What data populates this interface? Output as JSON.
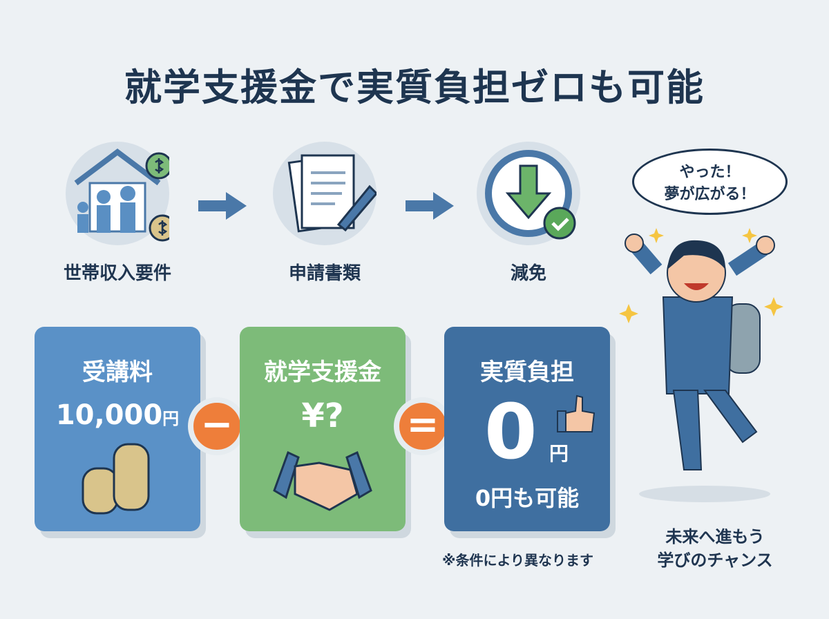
{
  "title": "就学支援金で実質負担ゼロも可能",
  "steps": [
    {
      "label": "世帯収入要件",
      "icon": "family-house-money-icon"
    },
    {
      "label": "申請書類",
      "icon": "documents-pen-icon"
    },
    {
      "label": "減免",
      "icon": "down-arrow-check-icon"
    }
  ],
  "cards": {
    "fee": {
      "head": "受講料",
      "value": "10,000",
      "unit": "円"
    },
    "support": {
      "head": "就学支援金",
      "value": "¥?"
    },
    "result": {
      "head": "実質負担",
      "value": "0",
      "unit": "円",
      "sub": "0円も可能"
    }
  },
  "operators": {
    "minus": "−",
    "equals": "="
  },
  "note": "※条件により異なります",
  "bubble": {
    "line1": "やった！",
    "line2": "夢が広がる！"
  },
  "caption": {
    "line1": "未来へ進もう",
    "line2": "学びのチャンス"
  },
  "colors": {
    "blue": "#5a91c7",
    "green": "#7dbb79",
    "darkblue": "#3f6fa0",
    "orange": "#ee7e3a",
    "navy": "#1e3550"
  }
}
